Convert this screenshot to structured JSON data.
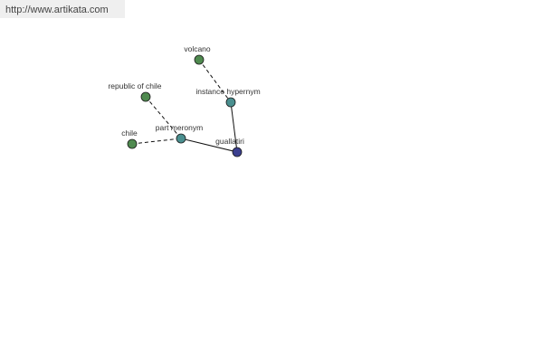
{
  "banner": {
    "url": "http://www.artikata.com"
  },
  "colors": {
    "leaf_node": "#4f8a4f",
    "relation_node": "#4a8f8f",
    "root_node": "#3b3f8f",
    "edge": "#111111"
  },
  "graph": {
    "nodes": [
      {
        "id": "volcano",
        "label": "volcano",
        "kind": "leaf"
      },
      {
        "id": "instance-hypernym",
        "label": "instance hypernym",
        "kind": "relation"
      },
      {
        "id": "republic-of-chile",
        "label": "republic of chile",
        "kind": "leaf"
      },
      {
        "id": "part-meronym",
        "label": "part meronym",
        "kind": "relation"
      },
      {
        "id": "chile",
        "label": "chile",
        "kind": "leaf"
      },
      {
        "id": "guallatiri",
        "label": "guallatiri",
        "kind": "root"
      }
    ],
    "edges": [
      {
        "from": "volcano",
        "to": "instance-hypernym",
        "style": "dashed"
      },
      {
        "from": "instance-hypernym",
        "to": "guallatiri",
        "style": "solid"
      },
      {
        "from": "republic-of-chile",
        "to": "part-meronym",
        "style": "dashed"
      },
      {
        "from": "chile",
        "to": "part-meronym",
        "style": "dashed"
      },
      {
        "from": "part-meronym",
        "to": "guallatiri",
        "style": "solid"
      }
    ]
  }
}
